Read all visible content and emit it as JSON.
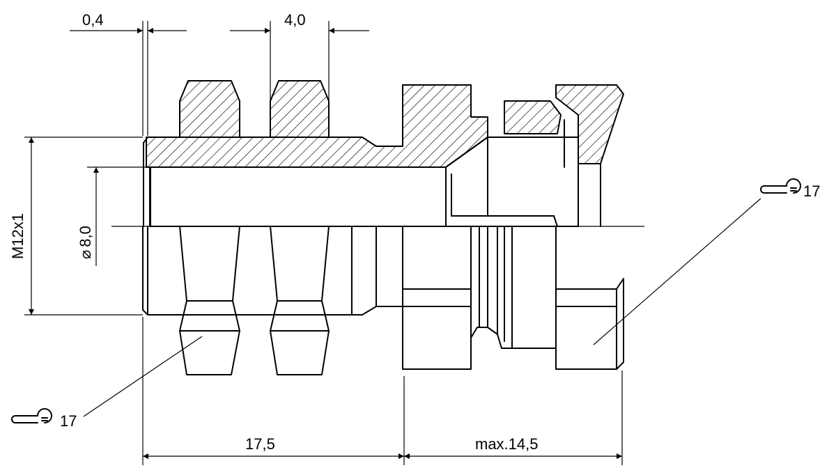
{
  "drawing": {
    "dim_gap": "0,4",
    "dim_nut_width": "4,0",
    "dim_thread": "M12x1",
    "dim_bore": "8,0",
    "dim_bore_symbol": "⌀",
    "dim_length_left": "17,5",
    "dim_length_right": "max.14,5",
    "wrench_left": {
      "icon": "open-end-wrench-icon",
      "size": "17"
    },
    "wrench_right": {
      "icon": "open-end-wrench-icon",
      "size": "17"
    }
  }
}
